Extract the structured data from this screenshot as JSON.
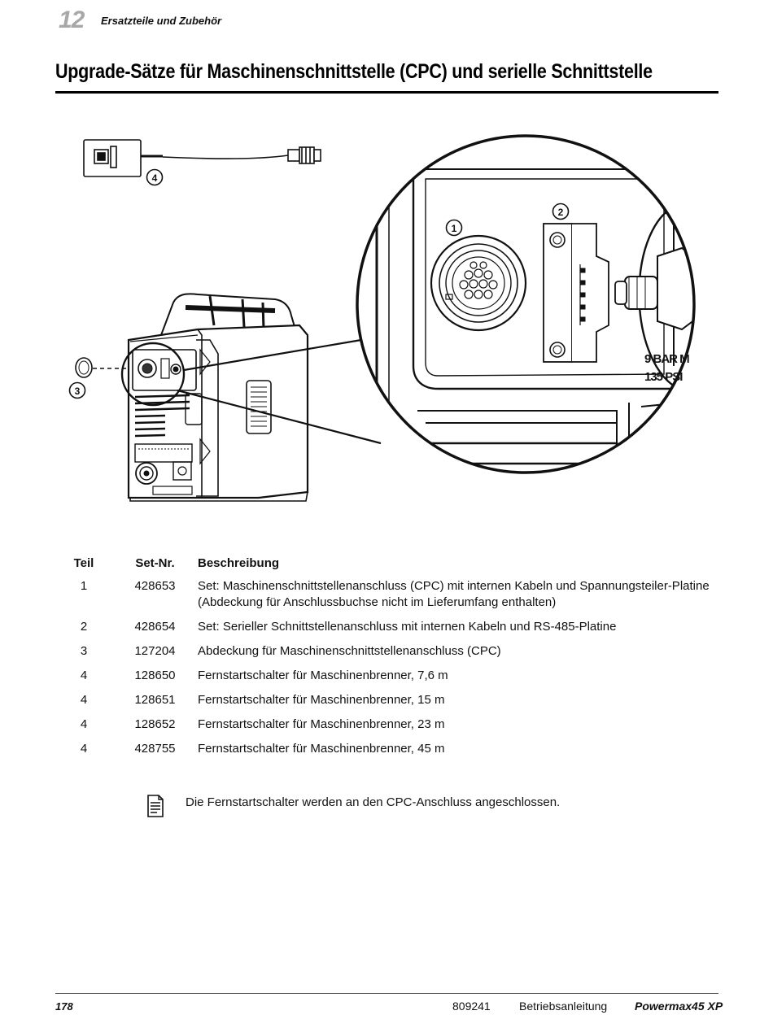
{
  "header": {
    "chapter_number": "12",
    "chapter_title": "Ersatzteile und Zubehör"
  },
  "page_title": "Upgrade-Sätze für Maschinenschnittstelle (CPC) und serielle Schnittstelle",
  "figure": {
    "callouts": [
      "1",
      "2",
      "3",
      "4"
    ],
    "pressure_label_line1": "9 BAR M",
    "pressure_label_line2": "135 PSI"
  },
  "table": {
    "headers": {
      "part": "Teil",
      "set": "Set-Nr.",
      "desc": "Beschreibung"
    },
    "rows": [
      {
        "part": "1",
        "set": "428653",
        "desc": "Set: Maschinenschnittstellenanschluss (CPC) mit internen Kabeln und Spannungsteiler-Platine (Abdeckung für Anschlussbuchse nicht im Lieferumfang enthalten)"
      },
      {
        "part": "2",
        "set": "428654",
        "desc": "Set: Serieller Schnittstellenanschluss mit internen Kabeln und RS-485-Platine"
      },
      {
        "part": "3",
        "set": "127204",
        "desc": "Abdeckung für Maschinenschnittstellenanschluss (CPC)"
      },
      {
        "part": "4",
        "set": "128650",
        "desc": "Fernstartschalter für Maschinenbrenner, 7,6 m"
      },
      {
        "part": "4",
        "set": "128651",
        "desc": "Fernstartschalter für Maschinenbrenner, 15 m"
      },
      {
        "part": "4",
        "set": "128652",
        "desc": "Fernstartschalter für Maschinenbrenner, 23 m"
      },
      {
        "part": "4",
        "set": "428755",
        "desc": "Fernstartschalter für Maschinenbrenner, 45 m"
      }
    ]
  },
  "note": {
    "icon": "note-document-icon",
    "text": "Die Fernstartschalter werden an den CPC-Anschluss angeschlossen."
  },
  "footer": {
    "page_number": "178",
    "doc_number": "809241",
    "manual_type": "Betriebsanleitung",
    "product": "Powermax45 XP"
  }
}
